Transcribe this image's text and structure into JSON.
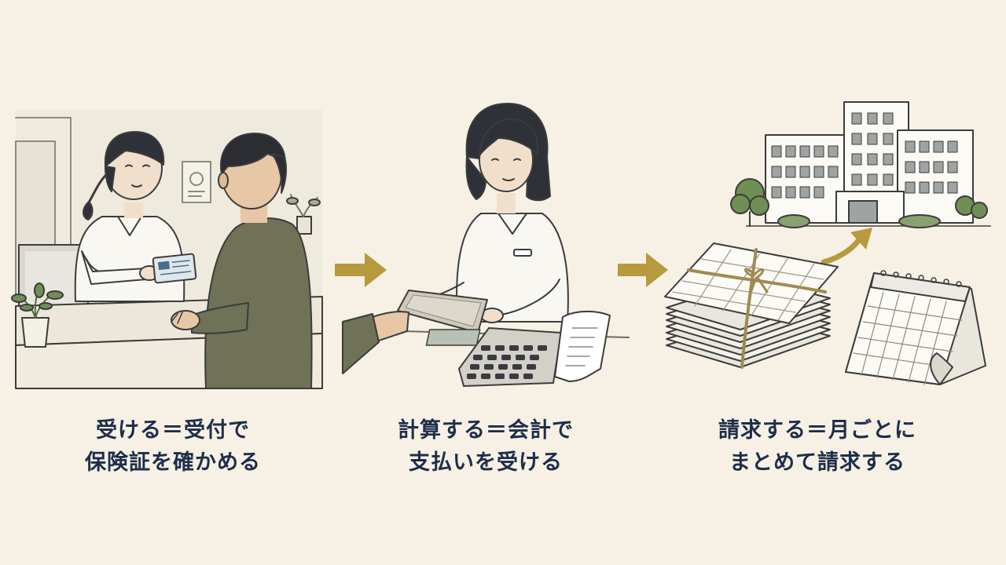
{
  "steps": [
    {
      "line1": "受ける＝受付で",
      "line2": "保険証を確かめる"
    },
    {
      "line1": "計算する＝会計で",
      "line2": "支払いを受ける"
    },
    {
      "line1": "請求する＝月ごとに",
      "line2": "まとめて請求する"
    }
  ],
  "icons": [
    "reception-scene",
    "arrow-right-icon",
    "payment-scene",
    "arrow-right-icon",
    "billing-scene"
  ],
  "colors": {
    "background": "#f6f1e4",
    "text": "#1e2d4a",
    "arrow": "#b79a3e",
    "jacket": "#6f7256"
  }
}
